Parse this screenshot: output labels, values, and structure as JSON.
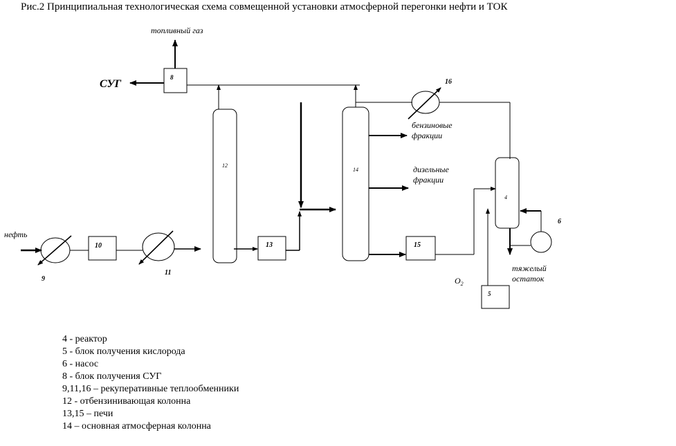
{
  "title": "Рис.2 Принципиальная технологическая схема совмещенной установки атмосферной перегонки нефти и ТОК",
  "labels": {
    "fuel_gas": "топливный газ",
    "lpg": "СУГ",
    "oil": "нефть",
    "gasoline_1": "бензиновые",
    "gasoline_2": "фракции",
    "diesel_1": "дизельные",
    "diesel_2": "фракции",
    "heavy_1": "тяжелый",
    "heavy_2": "остаток",
    "oxygen": "O",
    "oxygen_sub": "2"
  },
  "units": {
    "u4": "4",
    "u5": "5",
    "u6": "6",
    "u8": "8",
    "u9": "9",
    "u10": "10",
    "u11": "11",
    "u12": "12",
    "u13": "13",
    "u14": "14",
    "u15": "15",
    "u16": "16"
  },
  "legend": [
    "4 - реактор",
    "5 - блок получения кислорода",
    "6 - насос",
    "8 - блок получения СУГ",
    "9,11,16 – рекуперативные теплообменники",
    "12 - отбензинивающая колонна",
    "13,15 – печи",
    "14 – основная атмосферная колонна"
  ]
}
